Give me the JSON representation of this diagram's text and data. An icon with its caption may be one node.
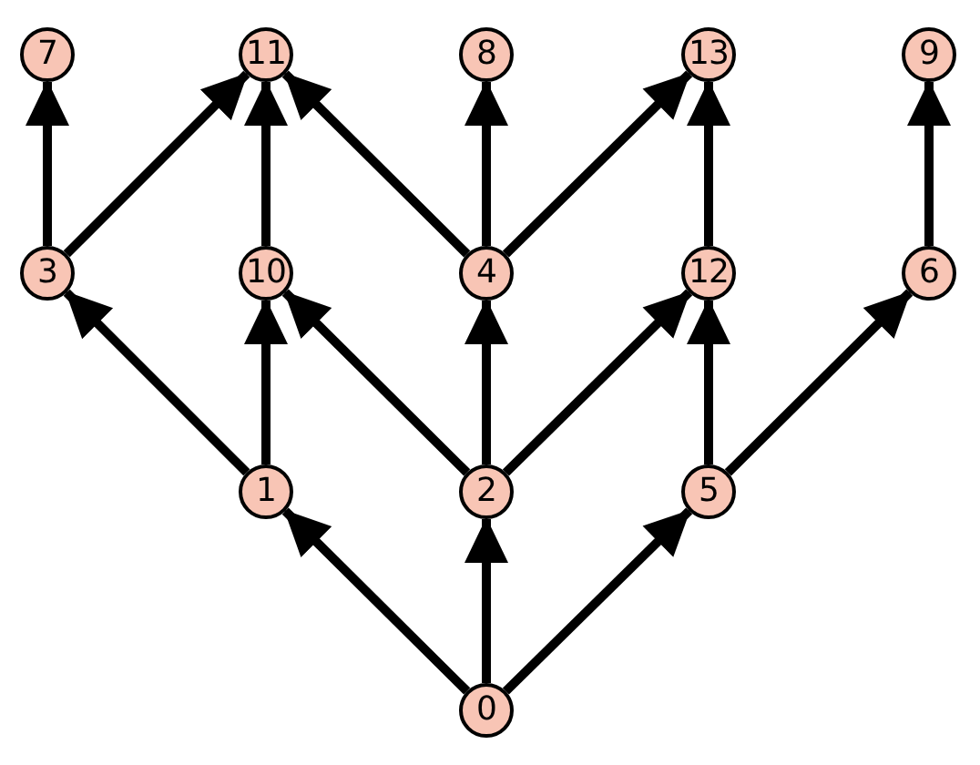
{
  "diagram": {
    "nodes": [
      {
        "text": [
          "7"
        ]
      },
      {
        "text": [
          "11"
        ]
      },
      {
        "text": [
          "8"
        ]
      },
      {
        "text": [
          "13"
        ]
      },
      {
        "text": [
          "9"
        ]
      },
      {
        "text": [
          "3"
        ]
      },
      {
        "text": [
          "10"
        ]
      },
      {
        "text": [
          "4"
        ]
      },
      {
        "text": [
          "12"
        ]
      },
      {
        "text": [
          "6"
        ]
      },
      {
        "text": [
          "1"
        ]
      },
      {
        "text": [
          "2"
        ]
      },
      {
        "text": [
          "5"
        ]
      },
      {
        "text": [
          "0"
        ]
      }
    ],
    "edges": [
      {
        "from": 13,
        "to": 10,
        "arrow": "to"
      },
      {
        "from": 13,
        "to": 11,
        "arrow": "to"
      },
      {
        "from": 13,
        "to": 12,
        "arrow": "to"
      },
      {
        "from": 10,
        "to": 5,
        "arrow": "to"
      },
      {
        "from": 10,
        "to": 6,
        "arrow": "to"
      },
      {
        "from": 11,
        "to": 6,
        "arrow": "to"
      },
      {
        "from": 11,
        "to": 7,
        "arrow": "to"
      },
      {
        "from": 11,
        "to": 8,
        "arrow": "to"
      },
      {
        "from": 12,
        "to": 8,
        "arrow": "to"
      },
      {
        "from": 12,
        "to": 9,
        "arrow": "to"
      },
      {
        "from": 5,
        "to": 0,
        "arrow": "to"
      },
      {
        "from": 5,
        "to": 1,
        "arrow": "to"
      },
      {
        "from": 6,
        "to": 1,
        "arrow": "to"
      },
      {
        "from": 7,
        "to": 1,
        "arrow": "to"
      },
      {
        "from": 7,
        "to": 2,
        "arrow": "to"
      },
      {
        "from": 7,
        "to": 3,
        "arrow": "to"
      },
      {
        "from": 8,
        "to": 3,
        "arrow": "to"
      },
      {
        "from": 9,
        "to": 4,
        "arrow": "to"
      }
    ]
  }
}
